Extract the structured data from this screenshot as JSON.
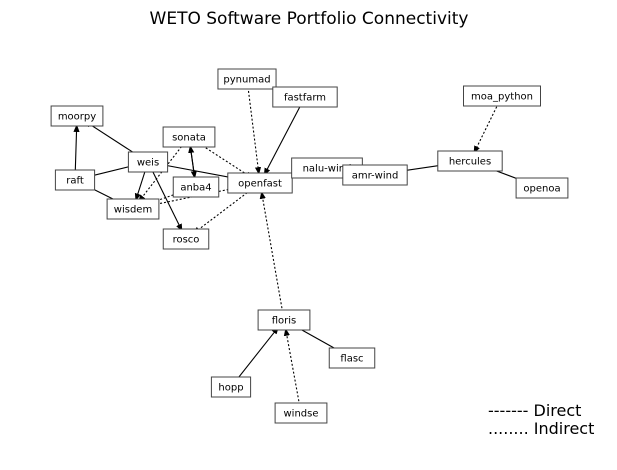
{
  "title": "WETO Software Portfolio Connectivity",
  "colors": {
    "node_marker": "#1f77b4",
    "node_marker_alpha": 0.3,
    "node_marker_edge": "#1f77b4",
    "label_box_fill": "#ffffff",
    "label_box_stroke": "#444444",
    "edge_color": "#000000",
    "arrow_gray": "#999999"
  },
  "legend": {
    "direct_label": "------- Direct",
    "indirect_label": "........ Indirect"
  },
  "nodes": [
    {
      "id": "pynumad",
      "label": "pynumad"
    },
    {
      "id": "fastfarm",
      "label": "fastfarm"
    },
    {
      "id": "moa_python",
      "label": "moa_python"
    },
    {
      "id": "moorpy",
      "label": "moorpy"
    },
    {
      "id": "sonata",
      "label": "sonata"
    },
    {
      "id": "weis",
      "label": "weis"
    },
    {
      "id": "raft",
      "label": "raft"
    },
    {
      "id": "anba4",
      "label": "anba4"
    },
    {
      "id": "openfast",
      "label": "openfast"
    },
    {
      "id": "nalu-wind",
      "label": "nalu-wind"
    },
    {
      "id": "amr-wind",
      "label": "amr-wind"
    },
    {
      "id": "hercules",
      "label": "hercules"
    },
    {
      "id": "openoa",
      "label": "openoa"
    },
    {
      "id": "wisdem",
      "label": "wisdem"
    },
    {
      "id": "rosco",
      "label": "rosco"
    },
    {
      "id": "floris",
      "label": "floris"
    },
    {
      "id": "flasc",
      "label": "flasc"
    },
    {
      "id": "hopp",
      "label": "hopp"
    },
    {
      "id": "windse",
      "label": "windse"
    }
  ],
  "edges": [
    {
      "source": "pynumad",
      "target": "openfast",
      "type": "indirect"
    },
    {
      "source": "fastfarm",
      "target": "openfast",
      "type": "direct"
    },
    {
      "source": "moa_python",
      "target": "hercules",
      "type": "indirect"
    },
    {
      "source": "weis",
      "target": "moorpy",
      "type": "direct"
    },
    {
      "source": "raft",
      "target": "moorpy",
      "type": "direct"
    },
    {
      "source": "weis",
      "target": "raft",
      "type": "direct"
    },
    {
      "source": "weis",
      "target": "wisdem",
      "type": "direct"
    },
    {
      "source": "weis",
      "target": "rosco",
      "type": "direct"
    },
    {
      "source": "weis",
      "target": "openfast",
      "type": "direct"
    },
    {
      "source": "raft",
      "target": "wisdem",
      "type": "direct"
    },
    {
      "source": "sonata",
      "target": "anba4",
      "type": "direct"
    },
    {
      "source": "anba4",
      "target": "sonata",
      "type": "direct"
    },
    {
      "source": "sonata",
      "target": "wisdem",
      "type": "indirect"
    },
    {
      "source": "sonata",
      "target": "openfast",
      "type": "indirect"
    },
    {
      "source": "anba4",
      "target": "wisdem",
      "type": "indirect"
    },
    {
      "source": "openfast",
      "target": "wisdem",
      "type": "indirect"
    },
    {
      "source": "openfast",
      "target": "rosco",
      "type": "indirect"
    },
    {
      "source": "openfast",
      "target": "nalu-wind",
      "type": "direct"
    },
    {
      "source": "nalu-wind",
      "target": "amr-wind",
      "type": "direct"
    },
    {
      "source": "amr-wind",
      "target": "hercules",
      "type": "direct"
    },
    {
      "source": "hercules",
      "target": "openoa",
      "type": "direct"
    },
    {
      "source": "floris",
      "target": "openfast",
      "type": "indirect"
    },
    {
      "source": "flasc",
      "target": "floris",
      "type": "direct"
    },
    {
      "source": "hopp",
      "target": "floris",
      "type": "direct"
    },
    {
      "source": "windse",
      "target": "floris",
      "type": "indirect"
    }
  ]
}
